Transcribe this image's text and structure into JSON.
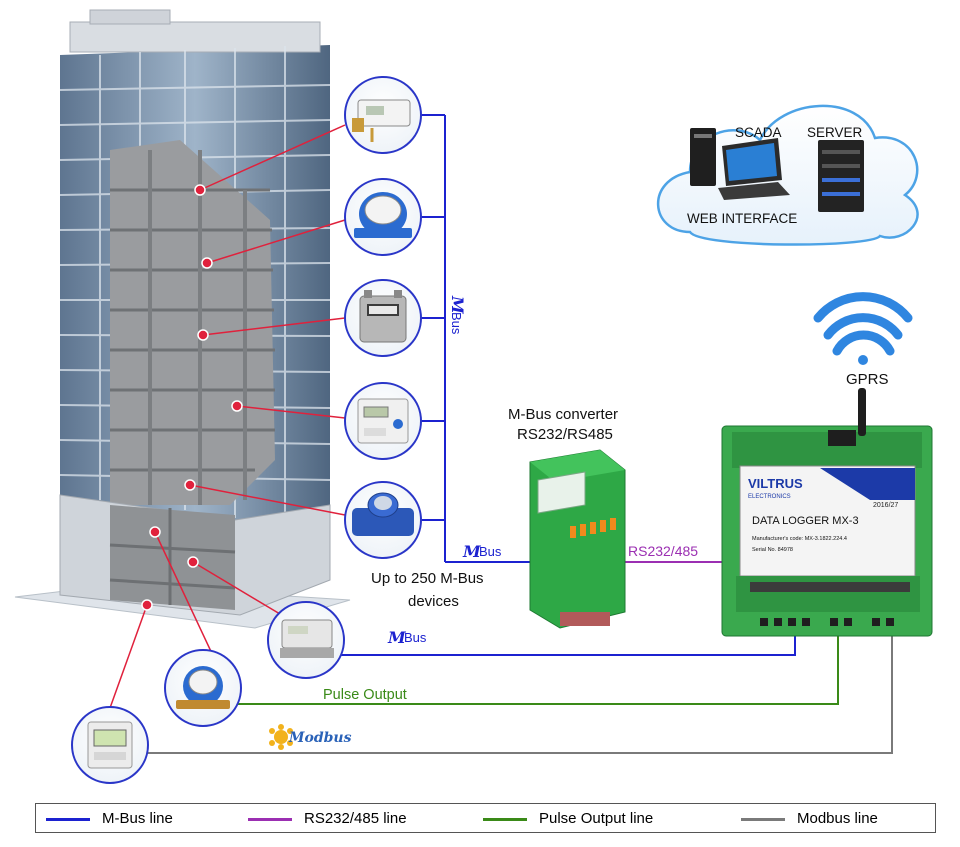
{
  "colors": {
    "mbus": "#1c22d0",
    "rs": "#9b2fb2",
    "pulse": "#3a8a18",
    "modbus": "#7a7a7a",
    "sensor_link": "#e0213c",
    "device_green": "#34b84a",
    "cloud_blue": "#4da3e6"
  },
  "cloud": {
    "scada": "SCADA",
    "server": "SERVER",
    "web_interface": "WEB INTERFACE"
  },
  "gprs": {
    "label": "GPRS"
  },
  "converter": {
    "title_line1": "M-Bus converter",
    "title_line2": "RS232/RS485"
  },
  "datalogger": {
    "brand": "VILTRUS",
    "brand_sub": "ELECTRONICS",
    "year": "2016/27",
    "name": "DATA LOGGER MX-3",
    "code": "Manufacturer's code: MX-3.1822.224.4",
    "serial": "Serial No. 84978"
  },
  "labels": {
    "mbus_vertical": "Bus",
    "mbus_word": "Bus",
    "up_to_line1": "Up to 250 M-Bus",
    "up_to_line2": "devices",
    "rs_link": "RS232/485",
    "pulse_output": "Pulse Output",
    "modbus_logo": "Modbus"
  },
  "legend": [
    {
      "label": "M-Bus line",
      "color": "#1c22d0"
    },
    {
      "label": "RS232/485 line",
      "color": "#9b2fb2"
    },
    {
      "label": "Pulse Output line",
      "color": "#3a8a18"
    },
    {
      "label": "Modbus line",
      "color": "#7a7a7a"
    }
  ]
}
